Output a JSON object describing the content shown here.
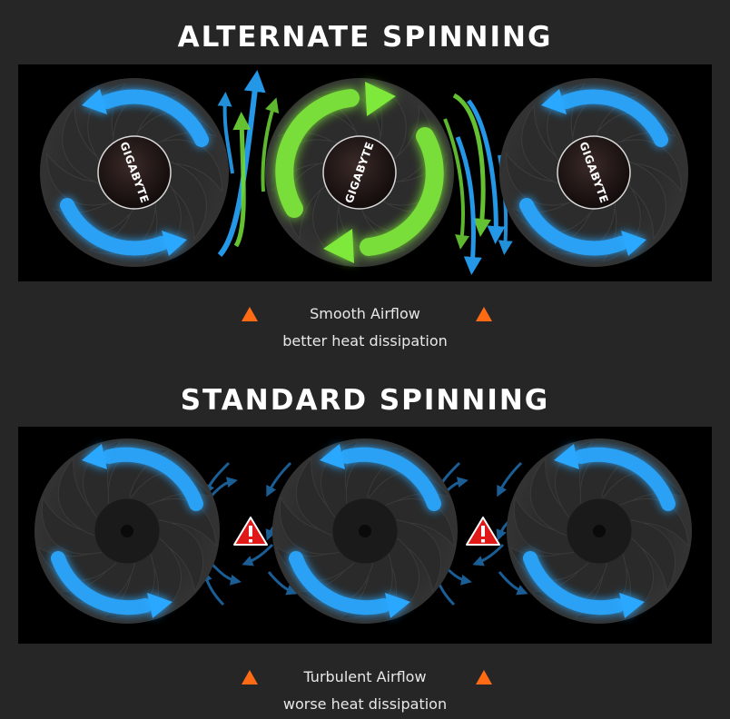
{
  "sections": [
    {
      "title": "ALTERNATE SPINNING",
      "caption_line1": "Smooth Airflow",
      "caption_line2": "better heat dissipation"
    },
    {
      "title": "STANDARD SPINNING",
      "caption_line1": "Turbulent Airflow",
      "caption_line2": "worse heat dissipation"
    }
  ],
  "fan_logo": "GIGABYTE",
  "colors": {
    "background": "#262626",
    "panel": "#000000",
    "blue_glow": "#29a8ff",
    "green_glow": "#7ee83a",
    "warning_orange": "#ff6a14",
    "warning_red": "#e01818"
  },
  "icons": {
    "caption_marker": "warning-triangle-icon",
    "turbulence_marker": "alert-exclamation-icon"
  }
}
